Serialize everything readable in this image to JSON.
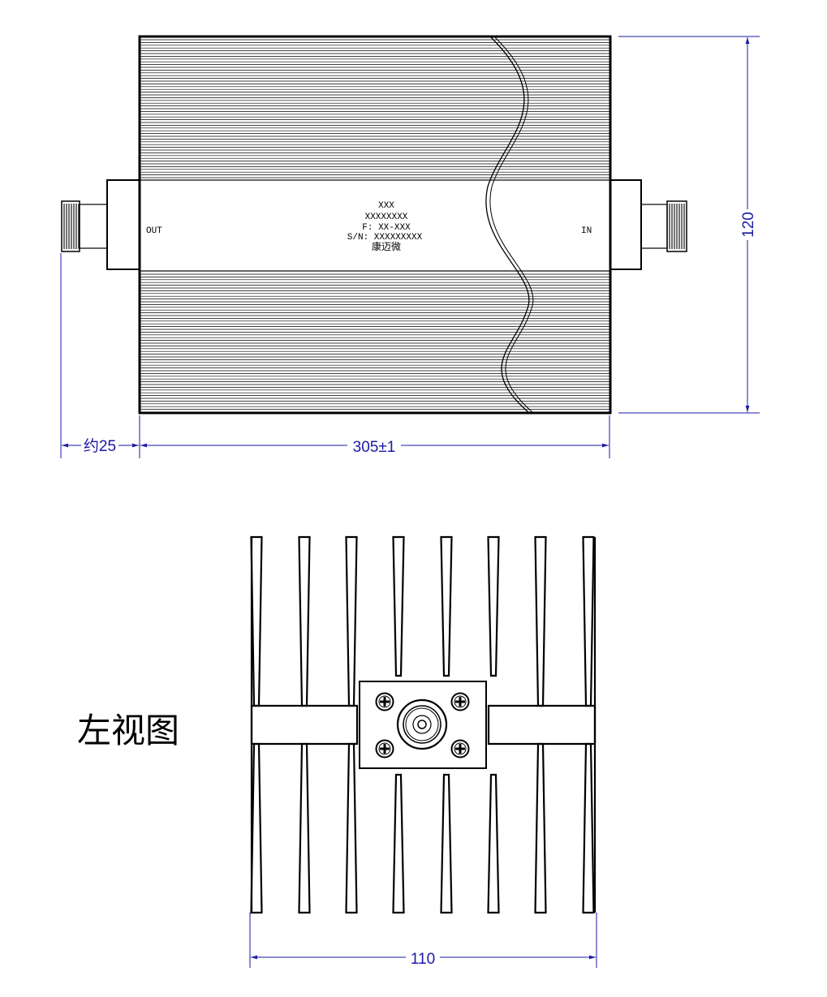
{
  "top_view": {
    "label_out": "OUT",
    "label_in": "IN",
    "nameplate": {
      "line1": "XXX",
      "line2": "XXXXXXXX",
      "line3": "F: XX-XXX",
      "line4": "S/N: XXXXXXXXX",
      "line5": "康迈微"
    }
  },
  "dimensions": {
    "connector_length": "约25",
    "body_length": "305±1",
    "height": "120",
    "width": "110"
  },
  "side_view": {
    "title": "左视图"
  },
  "colors": {
    "line": "#000000",
    "dimension": "#1a1aa8",
    "background": "#ffffff"
  }
}
